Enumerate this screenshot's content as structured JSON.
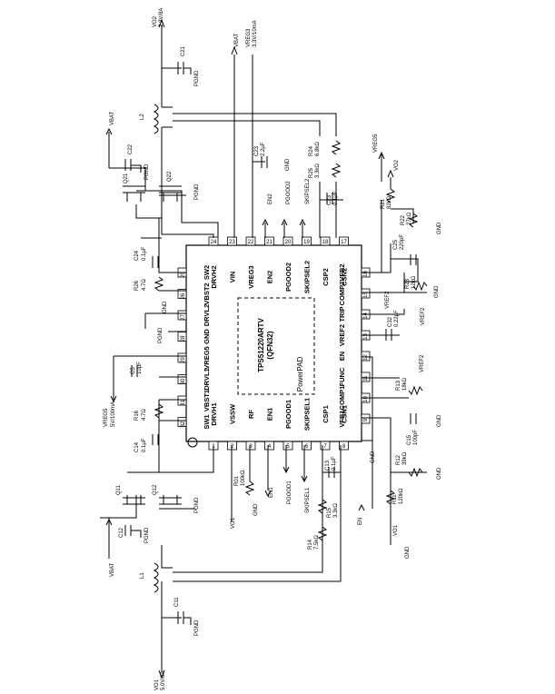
{
  "ic": {
    "part": "TPS51220ARTV",
    "package": "(QFN32)",
    "power_pad": "PowerPAD"
  },
  "pins_top": [
    {
      "num": "24",
      "name": "DRVH2"
    },
    {
      "num": "23",
      "name": "VIN"
    },
    {
      "num": "22",
      "name": "VREG3"
    },
    {
      "num": "21",
      "name": "EN2"
    },
    {
      "num": "20",
      "name": "PGOOD2"
    },
    {
      "num": "19",
      "name": "SKIPSEL2"
    },
    {
      "num": "18",
      "name": "CSP2"
    },
    {
      "num": "17",
      "name": "CSN2"
    }
  ],
  "pins_bottom": [
    {
      "num": "1",
      "name": "DRVH1"
    },
    {
      "num": "2",
      "name": "VSSW"
    },
    {
      "num": "3",
      "name": "RF"
    },
    {
      "num": "4",
      "name": "EN1"
    },
    {
      "num": "5",
      "name": "PGOOD1"
    },
    {
      "num": "6",
      "name": "SKIPSEL1"
    },
    {
      "num": "7",
      "name": "CSP1"
    },
    {
      "num": "8",
      "name": "CSN1"
    }
  ],
  "pins_left": [
    {
      "num": "25",
      "name": "SW2"
    },
    {
      "num": "26",
      "name": "VBST2"
    },
    {
      "num": "27",
      "name": "DRVL2"
    },
    {
      "num": "28",
      "name": "GND"
    },
    {
      "num": "29",
      "name": "VREG5"
    },
    {
      "num": "30",
      "name": "DRVL1"
    },
    {
      "num": "31",
      "name": "VBST1"
    },
    {
      "num": "32",
      "name": "SW1"
    }
  ],
  "pins_right": [
    {
      "num": "16",
      "name": "VFB2"
    },
    {
      "num": "15",
      "name": "COMP2"
    },
    {
      "num": "14",
      "name": "TRIP"
    },
    {
      "num": "13",
      "name": "VREF2"
    },
    {
      "num": "12",
      "name": "EN"
    },
    {
      "num": "11",
      "name": "FUNC"
    },
    {
      "num": "10",
      "name": "COMP1"
    },
    {
      "num": "9",
      "name": "VFB1"
    }
  ],
  "components": {
    "c21": "C21",
    "pgnd_c21": "PGND",
    "l2": "L2",
    "vbat_top": "VBAT",
    "c22": "C22",
    "pgnd_c22": "PGND",
    "q21": "Q21",
    "q22": "Q22",
    "pgnd_q22": "PGND",
    "c24": "C24",
    "c24_val": "0.1µF",
    "r26": "R26",
    "r26_val": "4.7Ω",
    "gnd_drvl2": "GND",
    "pgnd_gnd": "PGND",
    "c5": "C5",
    "c5_val": "10µF",
    "r16": "R16",
    "r16_val": "4.7Ω",
    "c14": "C14",
    "c14_val": "0.1µF",
    "q11": "Q11",
    "q12": "Q12",
    "c12": "C12",
    "pgnd_c12": "PGND",
    "pgnd_q12": "PGND",
    "vbat_bottom": "VBAT",
    "l1": "L1",
    "c11": "C11",
    "pgnd_c11": "PGND",
    "c23": "C23",
    "c23_val": "2.2µF",
    "gnd_c23": "GND",
    "r24": "R24",
    "r24_val": "6.8kΩ",
    "r25": "R25",
    "r25_val": "3.3kΩ",
    "c23b": "C23",
    "c23b_val": "0.1µF",
    "r21": "R21",
    "r21_val": "82kΩ",
    "r22": "R22",
    "r22_val": "27kΩ",
    "gnd_r22": "GND",
    "c25": "C25",
    "c25_val": "220pF",
    "r23": "R23",
    "r23_val": "12kΩ",
    "gnd_r23": "GND",
    "c32": "C32",
    "c32_val": "0.22µF",
    "vref2_a": "VREF2",
    "vref2_b": "VREF2",
    "vref2_c": "VREF2",
    "r13": "R13",
    "r13_val": "18kΩ",
    "c15": "C15",
    "c15_val": "100pF",
    "gnd_c15": "GND",
    "r12": "R12",
    "r12_val": "39kΩ",
    "gnd_r12": "GND",
    "r11": "R11",
    "r11_val": "120kΩ",
    "r01": "R01",
    "r01_val": "100kΩ",
    "gnd_r01": "GND",
    "c13": "C13",
    "c13_val": "0.1µF",
    "r15": "R15",
    "r15_val": "3.3kΩ",
    "r14": "R14",
    "r14_val": "7.5kΩ",
    "gnd_csn1": "GND",
    "gnd_vo1": "GND"
  },
  "nets": {
    "vo2": "VO2",
    "vo2_spec": "3.3V/8A",
    "vbat_top": "VBAT",
    "vreg3": "VREG3",
    "vreg3_spec": "3.3V/10mA",
    "vreg5_top": "VREG5",
    "vo2_r21": "VO2",
    "en2": "EN2",
    "pgood2": "PGOOD2",
    "skipsel2": "SKIPSEL2",
    "vreg5_left": "VREG5",
    "vreg5_spec": "5V/100mA",
    "en1": "EN1",
    "pgood1": "PGOOD1",
    "skipsel1": "SKIPSEL1",
    "en": "EN",
    "vo1_rf": "VO1",
    "vo1_r11": "VO1",
    "vo1": "VO1",
    "vo1_spec": "5.0V/8A"
  }
}
